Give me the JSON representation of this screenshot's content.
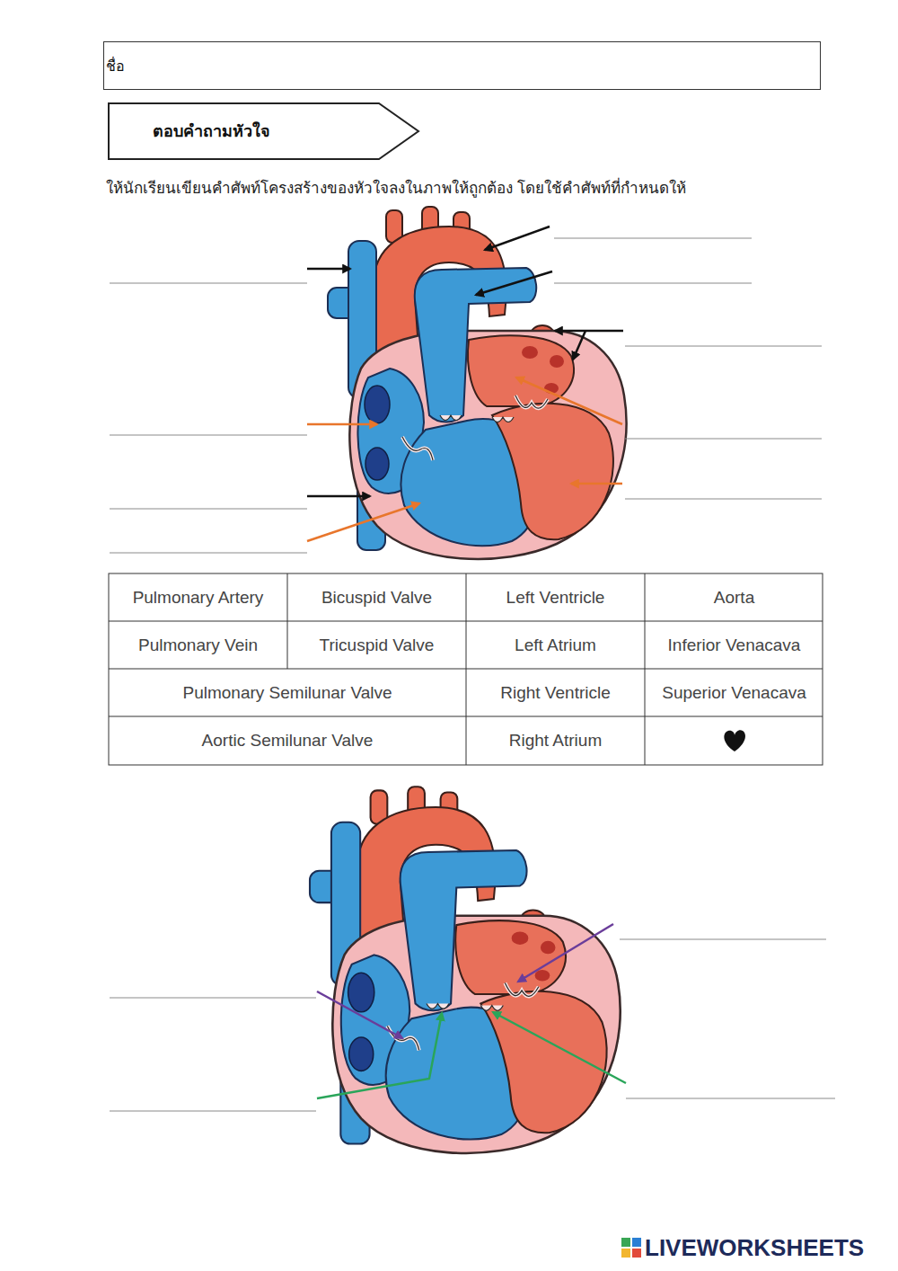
{
  "diagram": {
    "nodes": [
      {
        "text": [
          "ชื่อ"
        ]
      },
      {
        "text": [
          "ตอบคำถามหัวใจ"
        ]
      }
    ],
    "labels": [
      "ให้นักเรียนเขียนคำศัพท์โครงสร้างของหัวใจลงในภาพให้ถูกต้อง  โดยใช้คำศัพท์ที่กำหนดให้",
      "Pulmonary Artery",
      "Bicuspid Valve",
      "Left Ventricle",
      "Aorta",
      "Pulmonary Vein",
      "Tricuspid Valve",
      "Left Atrium",
      "Inferior Venacava",
      "Pulmonary Semilunar Valve",
      "Right Ventricle",
      "Superior Venacava",
      "Aortic Semilunar Valve",
      "Right Atrium",
      "LIVEWORKSHEETS"
    ]
  }
}
